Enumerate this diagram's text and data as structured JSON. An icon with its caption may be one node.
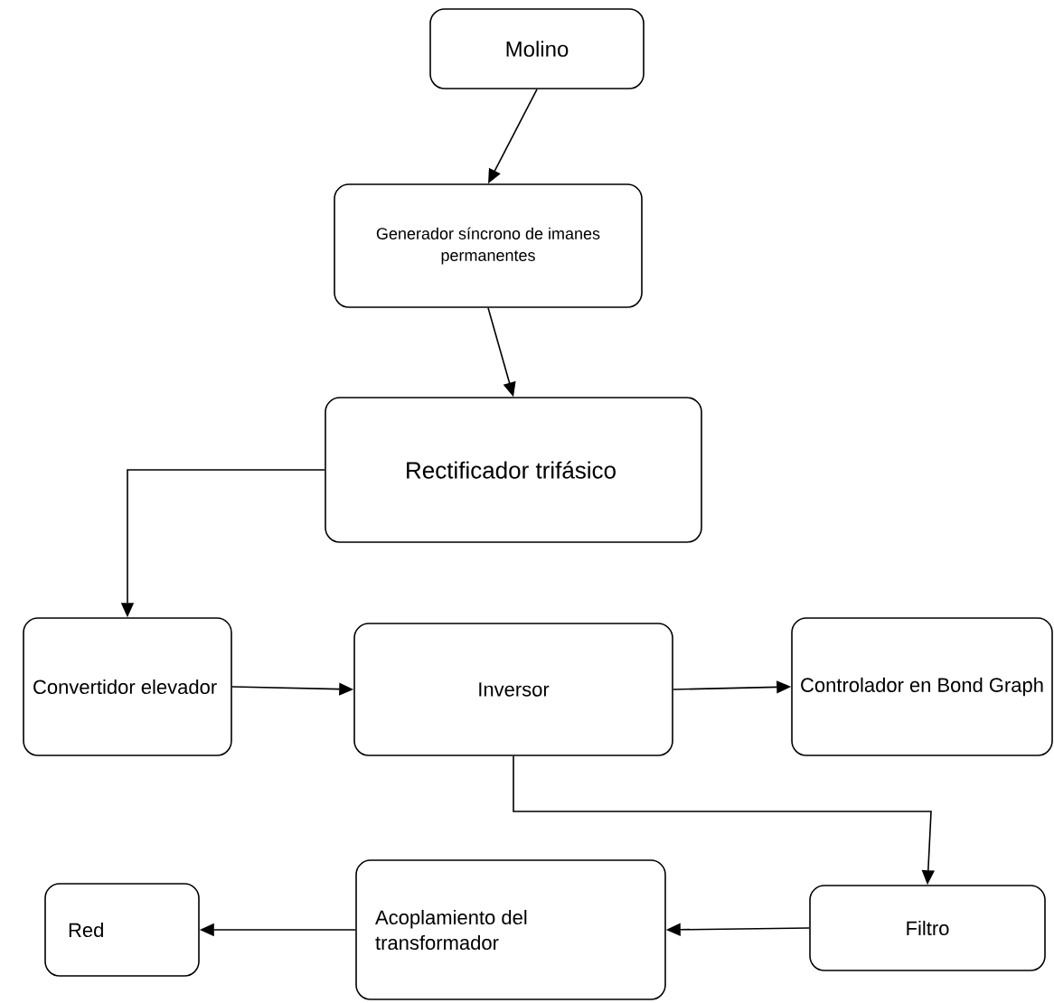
{
  "diagram": {
    "nodes": [
      {
        "text": [
          "Molino"
        ]
      },
      {
        "text": [
          "Generador síncrono de imanes permanentes"
        ]
      },
      {
        "text": [
          "Rectificador trifásico"
        ]
      },
      {
        "text": [
          "Convertidor elevador"
        ]
      },
      {
        "text": [
          "Inversor"
        ]
      },
      {
        "text": [
          "Controlador en Bond Graph"
        ]
      },
      {
        "text": [
          "Filtro"
        ]
      },
      {
        "text": [
          "Acoplamiento del transformador"
        ]
      },
      {
        "text": [
          "Red"
        ]
      }
    ],
    "edges": [
      {
        "from": 0,
        "to": 1,
        "arrow": "to"
      },
      {
        "from": 1,
        "to": 2,
        "arrow": "to"
      },
      {
        "from": 2,
        "to": 3,
        "arrow": "to"
      },
      {
        "from": 3,
        "to": 4,
        "arrow": "to"
      },
      {
        "from": 4,
        "to": 5,
        "arrow": "to"
      },
      {
        "from": 4,
        "to": 6,
        "arrow": "to"
      },
      {
        "from": 6,
        "to": 7,
        "arrow": "to"
      },
      {
        "from": 7,
        "to": 8,
        "arrow": "to"
      }
    ]
  }
}
